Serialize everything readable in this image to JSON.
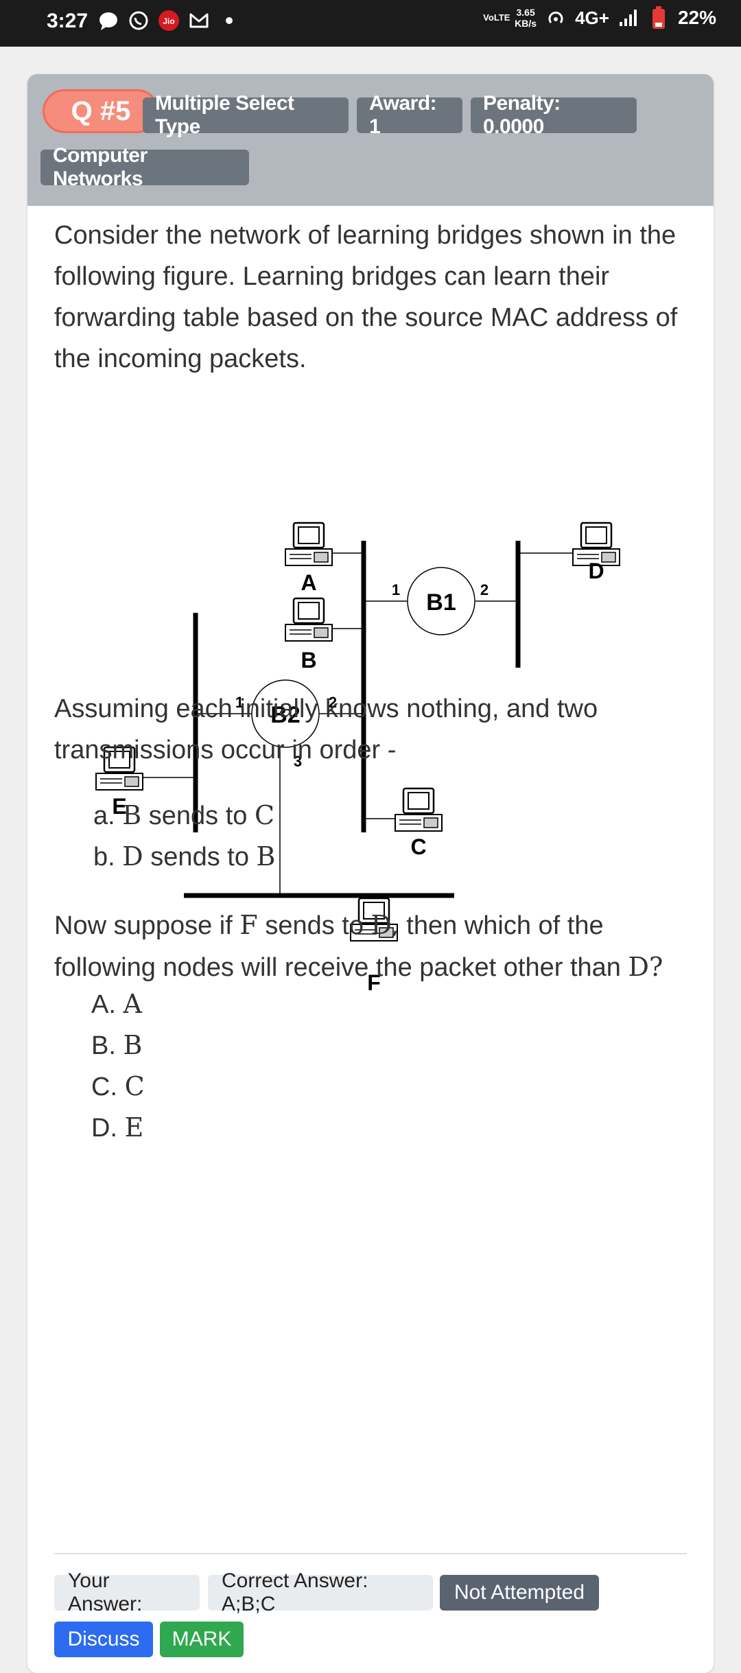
{
  "status_bar": {
    "time": "3:27",
    "carrier_badge": "Jio",
    "net_speed": "3.65",
    "net_unit": "KB/s",
    "volte": "VoLTE",
    "network": "4G+",
    "battery": "22%",
    "colors": {
      "bg": "#1b1b1b",
      "battery_low": "#e53935",
      "jio": "#d71920"
    }
  },
  "question": {
    "number": "Q #5",
    "type": "Multiple Select Type",
    "award": "Award: 1",
    "penalty": "Penalty: 0.0000",
    "subject": "Computer Networks",
    "intro": "Consider the network of learning bridges shown in the following figure. Learning bridges can learn their forwarding table based on the source MAC address of the incoming packets.",
    "assumption": "Assuming each initially knows nothing, and two transmissions occur in order -",
    "transmissions": [
      {
        "prefix": "a.",
        "from": "B",
        "middle": "sends to",
        "to": "C"
      },
      {
        "prefix": "b.",
        "from": "D",
        "middle": "sends to",
        "to": "B"
      }
    ],
    "prompt": {
      "before": "Now suppose if",
      "node1": "F",
      "middle": "sends to",
      "node2": "D,",
      "after": "then which of the following nodes will receive the packet other than",
      "end": "D?"
    },
    "options": [
      {
        "label": "A.",
        "value": "A"
      },
      {
        "label": "B.",
        "value": "B"
      },
      {
        "label": "C.",
        "value": "C"
      },
      {
        "label": "D.",
        "value": "E"
      }
    ]
  },
  "figure": {
    "hosts": [
      "A",
      "B",
      "C",
      "D",
      "E",
      "F"
    ],
    "bridges": [
      {
        "name": "B1",
        "ports": [
          "1",
          "2"
        ]
      },
      {
        "name": "B2",
        "ports": [
          "1",
          "2",
          "3"
        ]
      }
    ]
  },
  "footer": {
    "your_answer": "Your Answer:",
    "correct_answer": "Correct Answer: A;B;C",
    "status": "Not Attempted",
    "discuss": "Discuss",
    "mark": "MARK",
    "colors": {
      "discuss": "#2b6cf0",
      "mark": "#2fa84f",
      "status": "#5a6370"
    }
  }
}
